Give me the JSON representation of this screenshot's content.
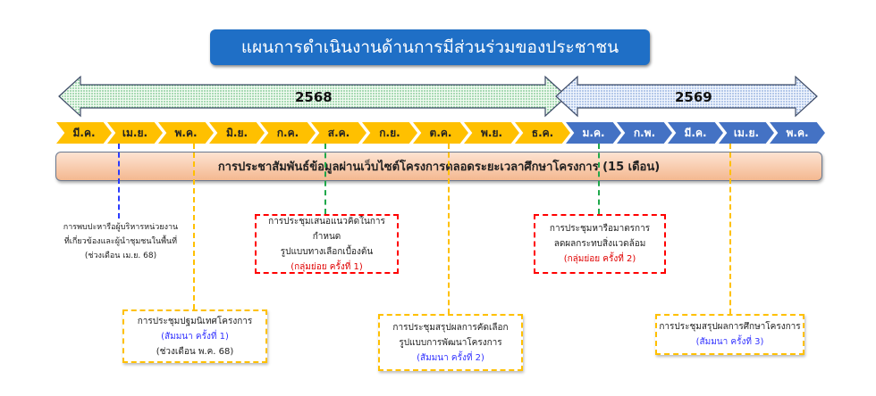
{
  "title": "แผนการดำเนินงานด้านการมีส่วนร่วมของประชาชน",
  "years": [
    {
      "label": "2568",
      "color": "#2e9e4a"
    },
    {
      "label": "2569",
      "color": "#3a6fc4"
    }
  ],
  "months": [
    "มี.ค.",
    "เม.ย.",
    "พ.ค.",
    "มิ.ย.",
    "ก.ค.",
    "ส.ค.",
    "ก.ย.",
    "ต.ค.",
    "พ.ย.",
    "ธ.ค.",
    "ม.ค.",
    "ก.พ.",
    "มี.ค.",
    "เม.ย.",
    "พ.ค."
  ],
  "banner": "การประชาสัมพันธ์ข้อมูลผ่านเว็บไซต์โครงการตลอดระยะเวลาศึกษาโครงการ (15 เดือน)",
  "events": {
    "e1": {
      "l1": "การพบปะหารือผู้บริหารหน่วยงาน",
      "l2": "ที่เกี่ยวข้องและผู้นำชุมชนในพื้นที่",
      "l3": "(ช่วงเดือน เม.ย. 68)"
    },
    "e2": {
      "l1": "การประชุมปฐมนิเทศโครงการ",
      "l2": "(สัมมนา ครั้งที่ 1)",
      "l3": "(ช่วงเดือน พ.ค. 68)"
    },
    "e3": {
      "l1": "การประชุมเสนอแนวคิดในการกำหนด",
      "l2": "รูปแบบทางเลือกเบื้องต้น",
      "l3": "(กลุ่มย่อย ครั้งที่ 1)"
    },
    "e4": {
      "l1": "การประชุมสรุปผลการคัดเลือก",
      "l2": "รูปแบบการพัฒนาโครงการ",
      "l3": "(สัมมนา ครั้งที่ 2)"
    },
    "e5": {
      "l1": "การประชุมหารือมาตรการ",
      "l2": "ลดผลกระทบสิ่งแวดล้อม",
      "l3": "(กลุ่มย่อย ครั้งที่ 2)"
    },
    "e6": {
      "l1": "การประชุมสรุปผลการศึกษาโครงการ",
      "l2": "(สัมมนา ครั้งที่ 3)"
    }
  }
}
